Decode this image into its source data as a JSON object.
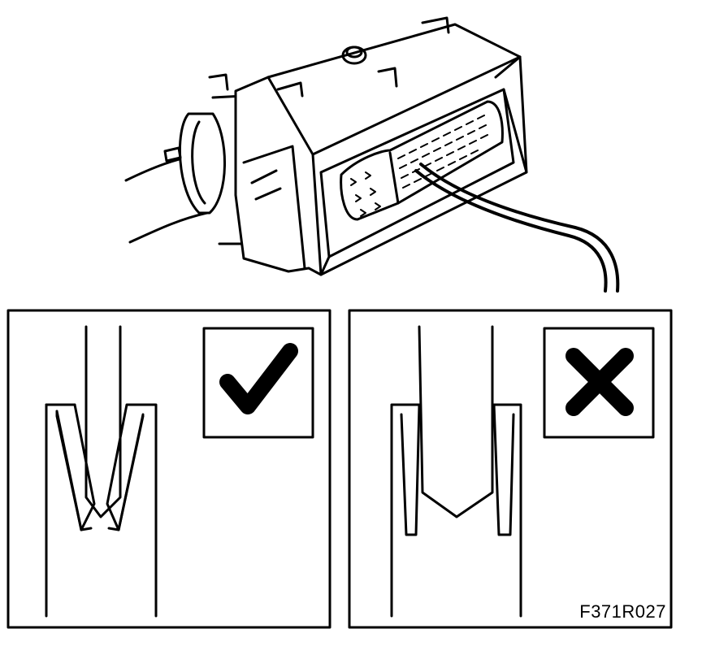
{
  "figure": {
    "code": "F371R027",
    "panels": [
      {
        "id": "correct",
        "verdict_symbol": "check-mark",
        "meaning": "correct"
      },
      {
        "id": "incorrect",
        "verdict_symbol": "cross-mark",
        "meaning": "incorrect"
      }
    ]
  },
  "colors": {
    "line": "#000000",
    "background": "#ffffff"
  }
}
